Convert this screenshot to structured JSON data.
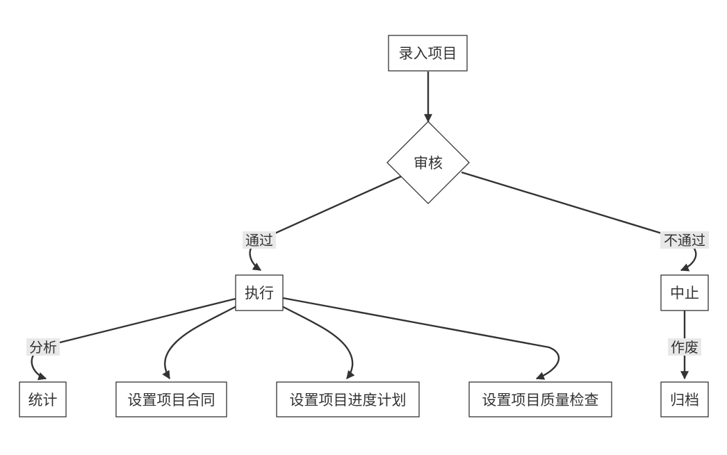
{
  "diagram": {
    "nodes": {
      "entry": "录入项目",
      "review": "审核",
      "execute": "执行",
      "suspend": "中止",
      "stats": "统计",
      "contract": "设置项目合同",
      "schedule": "设置项目进度计划",
      "quality": "设置项目质量检查",
      "archive": "归档"
    },
    "edge_labels": {
      "pass": "通过",
      "fail": "不通过",
      "analyze": "分析",
      "void": "作废"
    },
    "edges": [
      {
        "from": "entry",
        "to": "review"
      },
      {
        "from": "review",
        "to": "execute",
        "label": "pass"
      },
      {
        "from": "review",
        "to": "suspend",
        "label": "fail"
      },
      {
        "from": "execute",
        "to": "stats",
        "label": "analyze"
      },
      {
        "from": "execute",
        "to": "contract"
      },
      {
        "from": "execute",
        "to": "schedule"
      },
      {
        "from": "execute",
        "to": "quality"
      },
      {
        "from": "suspend",
        "to": "archive",
        "label": "void"
      }
    ],
    "colors": {
      "stroke": "#333333",
      "label_background": "#e8e8e8",
      "background": "#ffffff"
    }
  }
}
